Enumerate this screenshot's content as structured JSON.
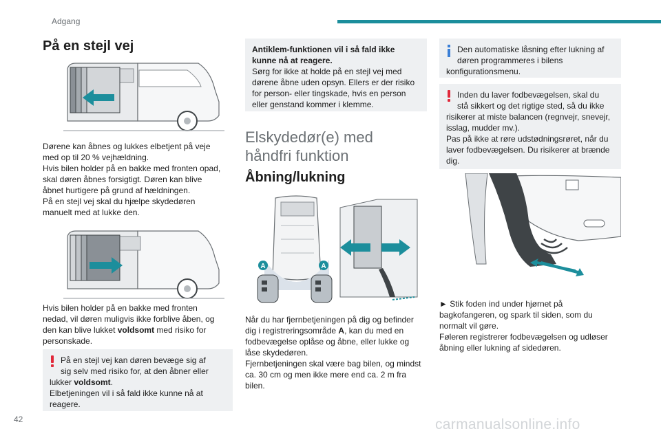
{
  "header": {
    "section": "Adgang"
  },
  "page_number": "42",
  "watermark": "carmanualsonline.info",
  "col1": {
    "title": "På en stejl vej",
    "p1_l1": "Dørene kan åbnes og lukkes elbetjent på veje",
    "p1_l2": "med op til 20 % vejhældning.",
    "p1_l3": "Hvis bilen holder på en bakke med fronten opad,",
    "p1_l4": "skal døren åbnes forsigtigt. Døren kan blive",
    "p1_l5": "åbnet hurtigere på grund af hældningen.",
    "p1_l6": "På en stejl vej skal du hjælpe skydedøren",
    "p1_l7": "manuelt med at lukke den.",
    "p2_l1": "Hvis bilen holder på en bakke med fronten",
    "p2_l2": "nedad, vil døren muligvis ikke forblive åben, og",
    "p2_l3": "den kan blive lukket ",
    "p2_bold": "voldsomt",
    "p2_l3b": " med risiko for",
    "p2_l4": "personskade.",
    "warn_l1": "På en stejl vej kan døren bevæge sig af",
    "warn_l2": "sig selv med risiko for, at den åbner eller",
    "warn_l3a": "lukker ",
    "warn_bold": "voldsomt",
    "warn_l3b": ".",
    "warn_l4": "Elbetjeningen vil i så fald ikke kunne nå at",
    "warn_l5": "reagere."
  },
  "col2": {
    "box_b1": "Antiklem-funktionen vil i så fald ikke",
    "box_b2": "kunne nå at reagere.",
    "box_l1": "Sørg for ikke at holde på en stejl vej med",
    "box_l2": "dørene åbne uden opsyn. Ellers er der risiko",
    "box_l3": "for person- eller tingskade, hvis en person",
    "box_l4": "eller genstand kommer i klemme.",
    "h1_l1": "Elskydedør(e) med",
    "h1_l2": "håndfri funktion",
    "h2": "Åbning/lukning",
    "label_a": "A",
    "p_l1": "Når du har fjernbetjeningen på dig og befinder",
    "p_l2a": "dig i registreringsområde ",
    "p_bold_a": "A",
    "p_l2b": ", kan du med en",
    "p_l3": "fodbevægelse oplåse og åbne, eller lukke og",
    "p_l4": "låse skydedøren.",
    "p_l5": "Fjernbetjeningen skal være bag bilen, og mindst",
    "p_l6": "ca. 30 cm og men ikke mere end ca. 2 m fra",
    "p_l7": "bilen."
  },
  "col3": {
    "info_l1": "Den automatiske låsning efter lukning af",
    "info_l2": "døren programmeres i bilens",
    "info_l3": "konfigurationsmenu.",
    "warn_l1": "Inden du laver fodbevægelsen, skal du",
    "warn_l2": "stå sikkert og det rigtige sted, så du ikke",
    "warn_l3": "risikerer at miste balancen (regnvejr, snevejr,",
    "warn_l4": "isslag, mudder mv.).",
    "warn_l5": "Pas på ikke at røre udstødningsrøret, når du",
    "warn_l6": "laver fodbevægelsen. Du risikerer at brænde",
    "warn_l7": "dig.",
    "p_l1": "► Stik foden ind under hjørnet på",
    "p_l2": "bagkofangeren, og spark til siden, som du",
    "p_l3": "normalt vil gøre.",
    "p_l4": "Føleren registrerer fodbevægelsen og udløser",
    "p_l5": "åbning eller lukning af sidedøren."
  },
  "colors": {
    "accent": "#1c8e9c",
    "warning": "#e1283a",
    "info": "#3a7fd6",
    "box_bg": "#eef0f2"
  }
}
